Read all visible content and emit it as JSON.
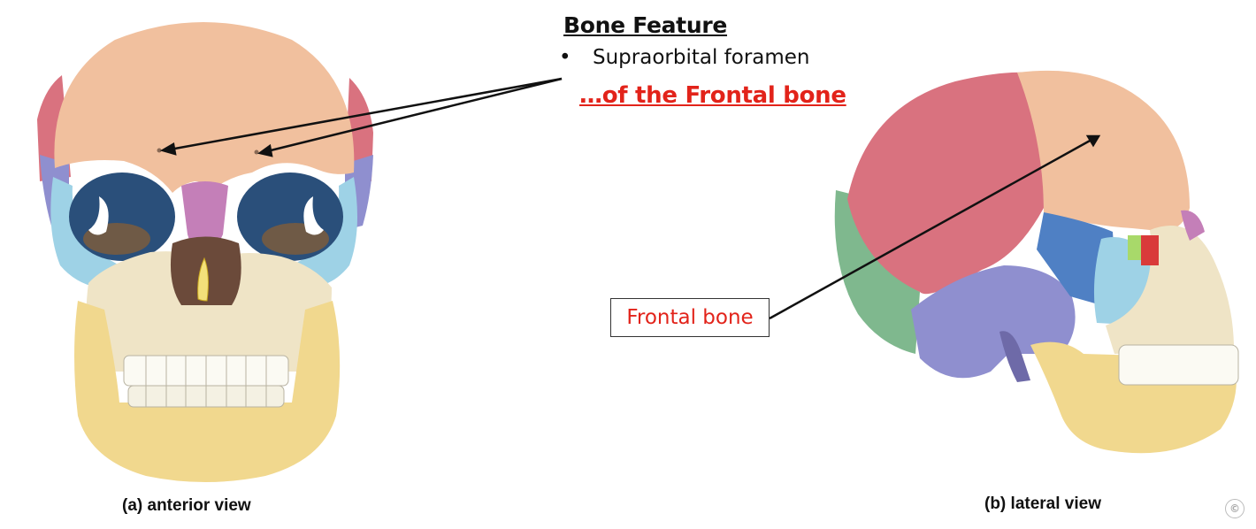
{
  "feature": {
    "heading": "Bone Feature",
    "bullet": "•",
    "item": "Supraorbital foramen",
    "bone": "…of the Frontal bone"
  },
  "label": {
    "frontal": "Frontal bone"
  },
  "captions": {
    "anterior": "(a) anterior view",
    "lateral": "(b) lateral view"
  },
  "icons": {
    "copyright": "copyright-icon",
    "copyright_glyph": "©"
  },
  "colors": {
    "frontal": "#f1c09e",
    "parietal": "#d9727f",
    "temporal": "#8f8fcf",
    "sphenoid": "#4f80c4",
    "zygomatic": "#9ed2e6",
    "occipital": "#7fb88e",
    "maxilla": "#efe4c6",
    "mandible": "#f1d88e",
    "nasal": "#c47fb8",
    "accent_red": "#e2231a"
  }
}
